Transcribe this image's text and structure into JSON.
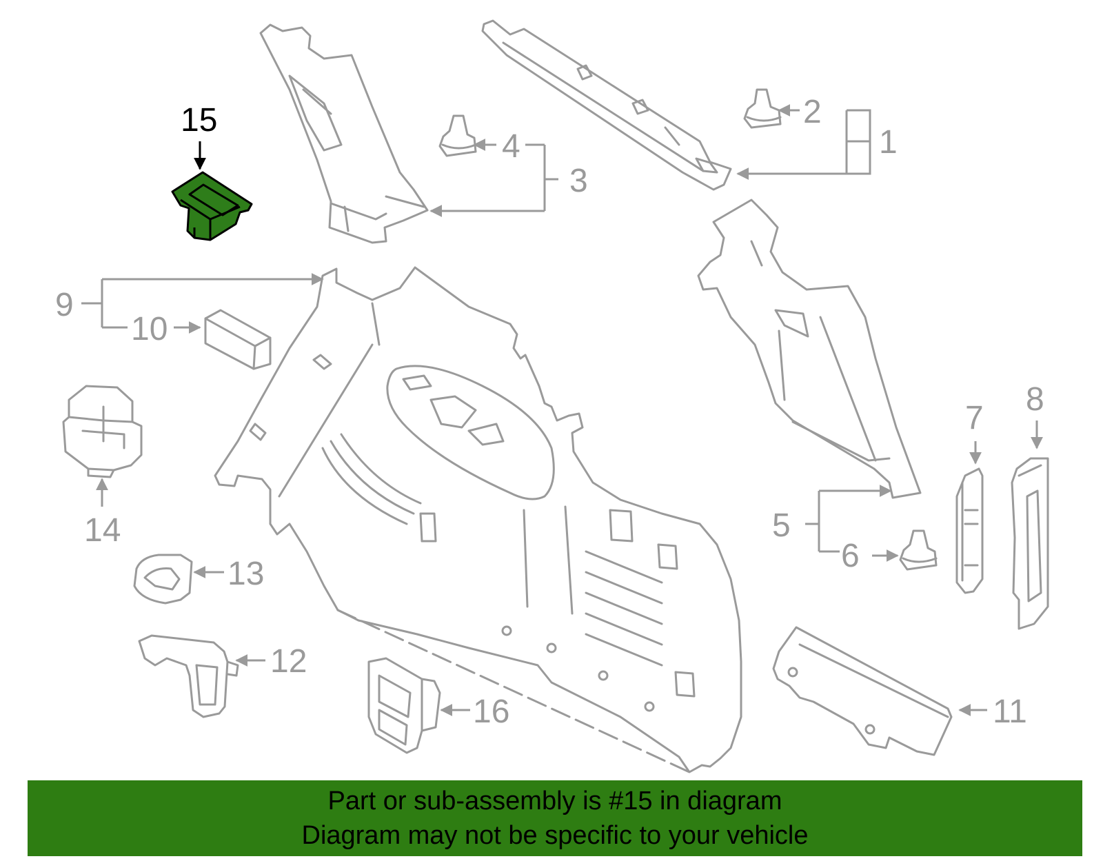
{
  "diagram": {
    "highlighted_part": "15",
    "highlight_color": "#2e7d12",
    "line_color": "#9a9a9a",
    "callouts": {
      "c1": "1",
      "c2": "2",
      "c3": "3",
      "c4": "4",
      "c5": "5",
      "c6": "6",
      "c7": "7",
      "c8": "8",
      "c9": "9",
      "c10": "10",
      "c11": "11",
      "c12": "12",
      "c13": "13",
      "c14": "14",
      "c15": "15",
      "c16": "16"
    }
  },
  "banner": {
    "line1": "Part or sub-assembly is #15 in diagram",
    "line2": "Diagram may not be specific to your vehicle"
  }
}
